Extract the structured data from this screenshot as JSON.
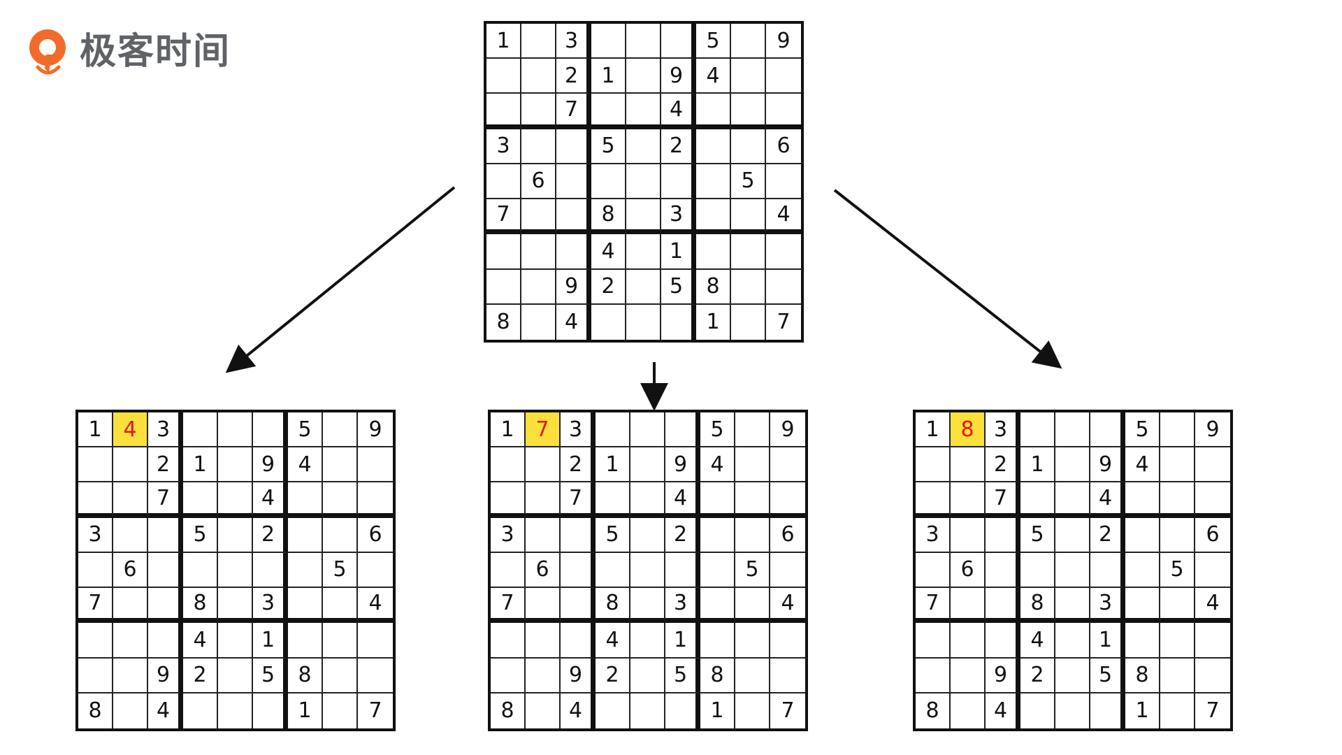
{
  "header": {
    "logo_text": "极客时间",
    "logo_icon": "geektime-logo-icon",
    "brand_color": "#f26b2a"
  },
  "colors": {
    "highlight_bg": "#fbe03c",
    "highlight_text": "#e4141b"
  },
  "boards": {
    "top": {
      "grid": [
        [
          1,
          0,
          3,
          0,
          0,
          0,
          5,
          0,
          9
        ],
        [
          0,
          0,
          2,
          1,
          0,
          9,
          4,
          0,
          0
        ],
        [
          0,
          0,
          7,
          0,
          0,
          4,
          0,
          0,
          0
        ],
        [
          3,
          0,
          0,
          5,
          0,
          2,
          0,
          0,
          6
        ],
        [
          0,
          6,
          0,
          0,
          0,
          0,
          0,
          5,
          0
        ],
        [
          7,
          0,
          0,
          8,
          0,
          3,
          0,
          0,
          4
        ],
        [
          0,
          0,
          0,
          4,
          0,
          1,
          0,
          0,
          0
        ],
        [
          0,
          0,
          9,
          2,
          0,
          5,
          8,
          0,
          0
        ],
        [
          8,
          0,
          4,
          0,
          0,
          0,
          1,
          0,
          7
        ]
      ]
    },
    "left": {
      "grid": [
        [
          1,
          4,
          3,
          0,
          0,
          0,
          5,
          0,
          9
        ],
        [
          0,
          0,
          2,
          1,
          0,
          9,
          4,
          0,
          0
        ],
        [
          0,
          0,
          7,
          0,
          0,
          4,
          0,
          0,
          0
        ],
        [
          3,
          0,
          0,
          5,
          0,
          2,
          0,
          0,
          6
        ],
        [
          0,
          6,
          0,
          0,
          0,
          0,
          0,
          5,
          0
        ],
        [
          7,
          0,
          0,
          8,
          0,
          3,
          0,
          0,
          4
        ],
        [
          0,
          0,
          0,
          4,
          0,
          1,
          0,
          0,
          0
        ],
        [
          0,
          0,
          9,
          2,
          0,
          5,
          8,
          0,
          0
        ],
        [
          8,
          0,
          4,
          0,
          0,
          0,
          1,
          0,
          7
        ]
      ],
      "highlight": [
        0,
        1
      ]
    },
    "middle": {
      "grid": [
        [
          1,
          7,
          3,
          0,
          0,
          0,
          5,
          0,
          9
        ],
        [
          0,
          0,
          2,
          1,
          0,
          9,
          4,
          0,
          0
        ],
        [
          0,
          0,
          7,
          0,
          0,
          4,
          0,
          0,
          0
        ],
        [
          3,
          0,
          0,
          5,
          0,
          2,
          0,
          0,
          6
        ],
        [
          0,
          6,
          0,
          0,
          0,
          0,
          0,
          5,
          0
        ],
        [
          7,
          0,
          0,
          8,
          0,
          3,
          0,
          0,
          4
        ],
        [
          0,
          0,
          0,
          4,
          0,
          1,
          0,
          0,
          0
        ],
        [
          0,
          0,
          9,
          2,
          0,
          5,
          8,
          0,
          0
        ],
        [
          8,
          0,
          4,
          0,
          0,
          0,
          1,
          0,
          7
        ]
      ],
      "highlight": [
        0,
        1
      ]
    },
    "right": {
      "grid": [
        [
          1,
          8,
          3,
          0,
          0,
          0,
          5,
          0,
          9
        ],
        [
          0,
          0,
          2,
          1,
          0,
          9,
          4,
          0,
          0
        ],
        [
          0,
          0,
          7,
          0,
          0,
          4,
          0,
          0,
          0
        ],
        [
          3,
          0,
          0,
          5,
          0,
          2,
          0,
          0,
          6
        ],
        [
          0,
          6,
          0,
          0,
          0,
          0,
          0,
          5,
          0
        ],
        [
          7,
          0,
          0,
          8,
          0,
          3,
          0,
          0,
          4
        ],
        [
          0,
          0,
          0,
          4,
          0,
          1,
          0,
          0,
          0
        ],
        [
          0,
          0,
          9,
          2,
          0,
          5,
          8,
          0,
          0
        ],
        [
          8,
          0,
          4,
          0,
          0,
          0,
          1,
          0,
          7
        ]
      ],
      "highlight": [
        0,
        1
      ]
    }
  }
}
